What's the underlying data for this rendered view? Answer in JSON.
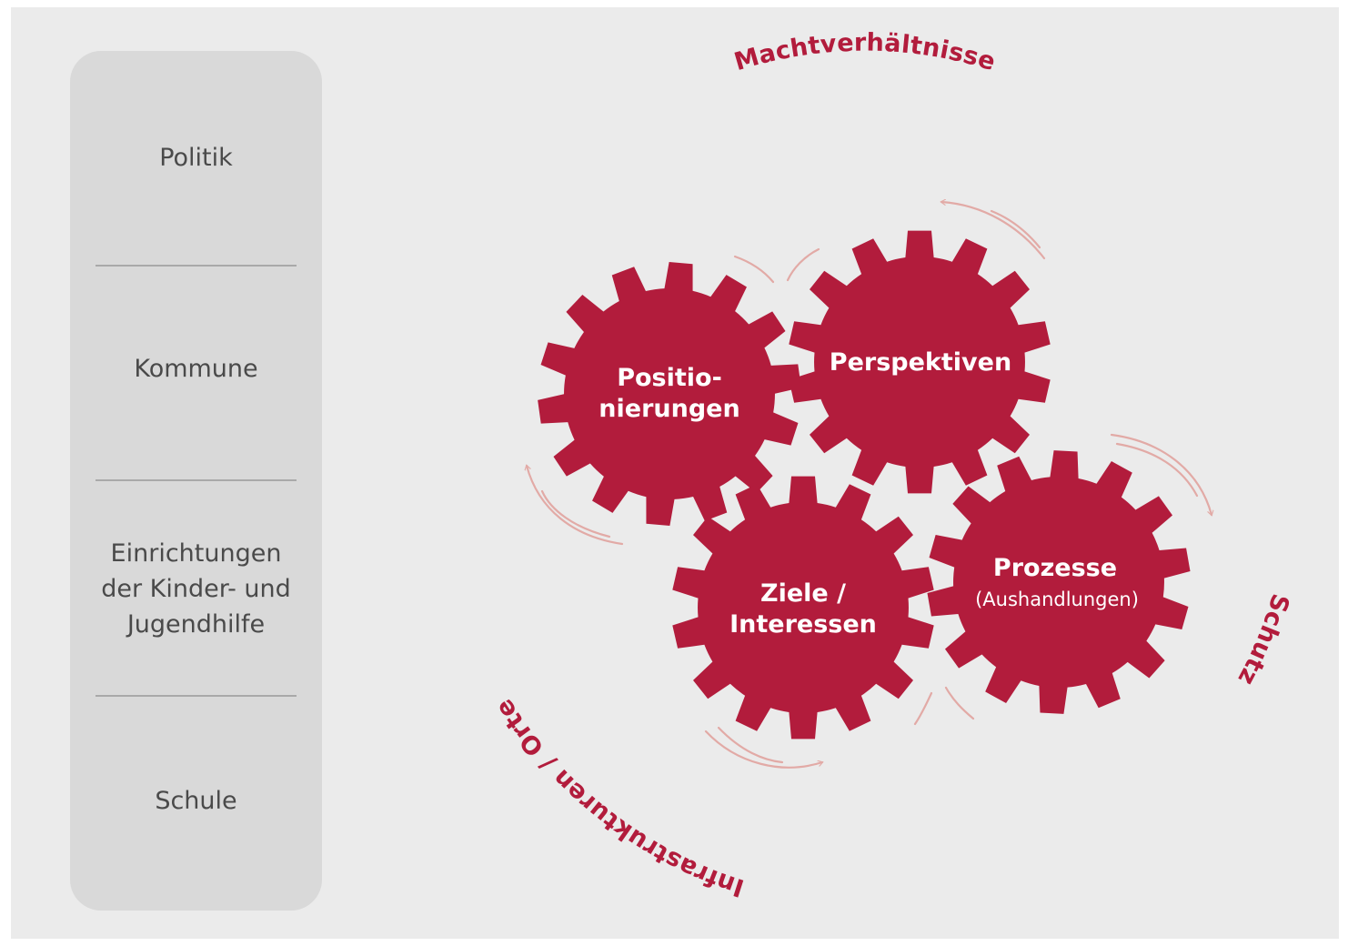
{
  "levels": [
    {
      "label": "Politik"
    },
    {
      "label": "Kommune"
    },
    {
      "label": "Einrichtungen\nder Kinder- und\nJugendhilfe"
    },
    {
      "label": "Schule"
    }
  ],
  "ring_labels": {
    "top": "Machtverhältnisse",
    "left": "Infrastrukturen / Orte",
    "right": "Schutz"
  },
  "gears": {
    "positionierungen": {
      "line1": "Positio-",
      "line2": "nierungen"
    },
    "perspektiven": {
      "line1": "Perspektiven"
    },
    "ziele": {
      "line1": "Ziele /",
      "line2": "Interessen"
    },
    "prozesse": {
      "line1": "Prozesse",
      "line2": "(Aushandlungen)"
    }
  },
  "colors": {
    "background": "#ebebeb",
    "panel": "#d9d9d9",
    "ring": "#e0aaa7",
    "ring_text": "#b21c3c",
    "gear": "#b21c3c",
    "gear_text": "#ffffff",
    "arrow": "#e2aaa6"
  }
}
